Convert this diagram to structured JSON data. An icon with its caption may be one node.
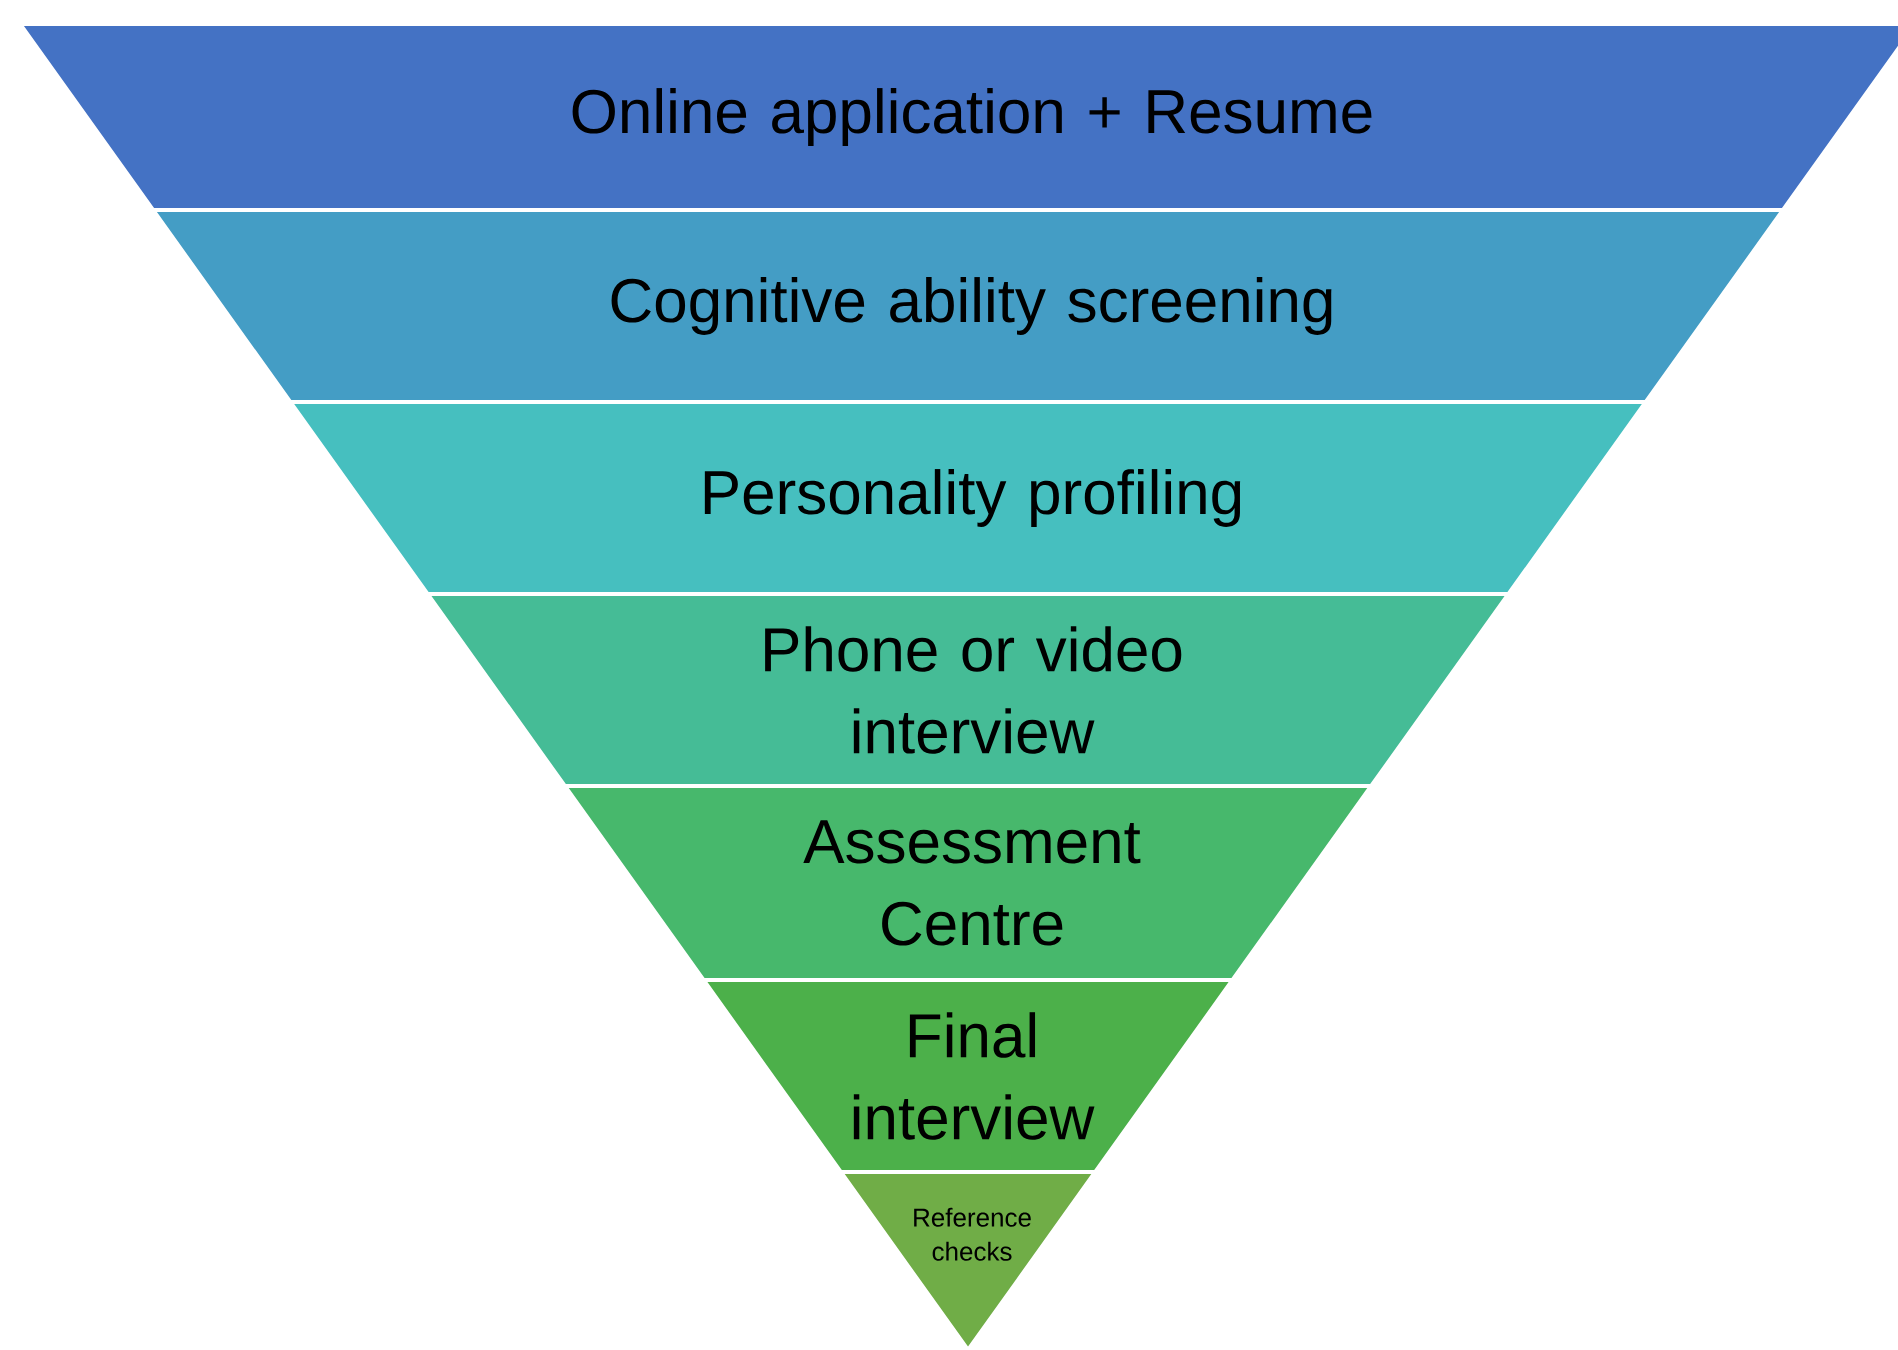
{
  "diagram": {
    "nodes": [
      {
        "text": [
          "Online application + Resume"
        ]
      },
      {
        "text": [
          "Cognitive ability screening"
        ]
      },
      {
        "text": [
          "Personality profiling"
        ]
      },
      {
        "text": [
          "Phone or video interview"
        ]
      },
      {
        "text": [
          "Assessment Centre"
        ]
      },
      {
        "text": [
          "Final interview"
        ]
      },
      {
        "text": [
          "Reference checks"
        ]
      }
    ]
  }
}
